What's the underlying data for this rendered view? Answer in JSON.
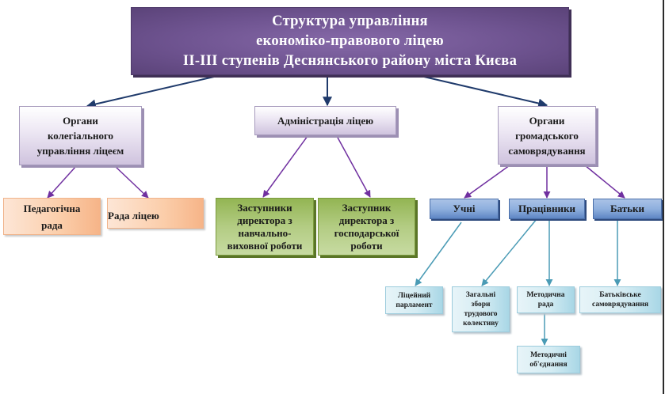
{
  "title": {
    "line1": "Структура  управління",
    "line2": "економіко-правового ліцею",
    "line3": "ІІ-ІІІ  ступенів Деснянського району міста Києва"
  },
  "level2": {
    "collegial": {
      "line1": "Органи",
      "line2": "колегіального",
      "line3": "управління ліцеєм"
    },
    "administration": {
      "line1": "Адміністрація ліцею"
    },
    "selfgov": {
      "line1": "Органи",
      "line2": "громадського",
      "line3": "самоврядування"
    }
  },
  "level3": {
    "ped_council": {
      "line1": "Педагогічна",
      "line2": "рада"
    },
    "lyceum_council": {
      "line1": "Рада ліцею"
    },
    "deputy_edu": {
      "line1": "Заступники",
      "line2": "директора з",
      "line3": "навчально-",
      "line4": "виховної роботи"
    },
    "deputy_eco": {
      "line1": "Заступник",
      "line2": "директора з",
      "line3": "господарської",
      "line4": "роботи"
    },
    "students": {
      "line1": "Учні"
    },
    "workers": {
      "line1": "Працівники"
    },
    "parents": {
      "line1": "Батьки"
    }
  },
  "level4": {
    "parliament": {
      "line1": "Ліцейний",
      "line2": "парламент"
    },
    "general_meeting": {
      "line1": "Загальні",
      "line2": "збори",
      "line3": "трудового",
      "line4": "колективу"
    },
    "method_council": {
      "line1": "Методична",
      "line2": "рада"
    },
    "parent_selfgov": {
      "line1": "Батьківське",
      "line2": "самоврядування"
    },
    "method_unions": {
      "line1": "Методичні",
      "line2": "об'єднання"
    }
  },
  "colors": {
    "title_bg": "#6f5491",
    "level2_bg": "#ece6f3",
    "peach_bg": "#fbcda9",
    "green_bg": "#b3cc83",
    "blue_bg": "#8fb0de",
    "cyan_bg": "#d4ecf3",
    "arrow_navy": "#1f3a6b",
    "arrow_purple": "#7030a0",
    "arrow_teal": "#4a9bb5"
  }
}
